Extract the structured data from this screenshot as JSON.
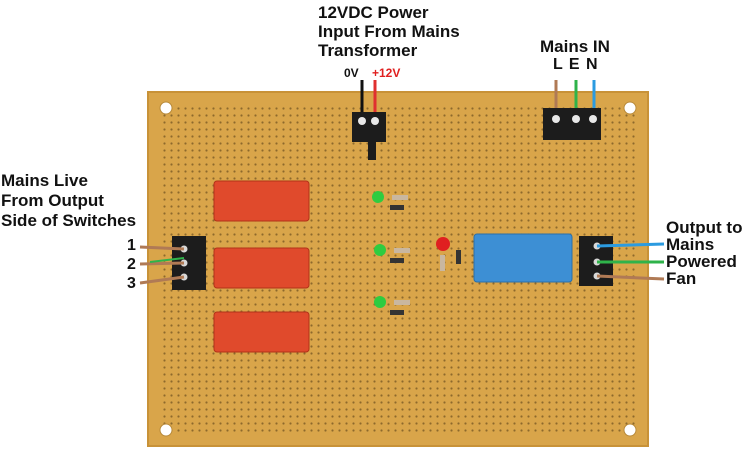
{
  "labels": {
    "power_input": [
      "12VDC Power",
      "Input From Mains",
      "Transformer"
    ],
    "zero_v": "0V",
    "plus_12v": "+12V",
    "mains_in": "Mains IN",
    "len": "L E N",
    "mains_live": [
      "Mains Live",
      "From Output",
      "Side of Switches"
    ],
    "switch_numbers": [
      "1",
      "2",
      "3"
    ],
    "output": [
      "Output to",
      "Mains",
      "Powered",
      "Fan"
    ]
  },
  "colors": {
    "board": "#d9a54a",
    "board_edge": "#c89238",
    "relay_red": "#e04a2c",
    "relay_blue": "#3d8fd4",
    "terminal_black": "#1c1c1c",
    "wire_brown": "#b07a55",
    "wire_green": "#2fb34a",
    "wire_blue": "#2b9be0",
    "wire_black": "#111111",
    "wire_red": "#e03030",
    "led_green": "#2ecc40",
    "led_red": "#e02020"
  }
}
